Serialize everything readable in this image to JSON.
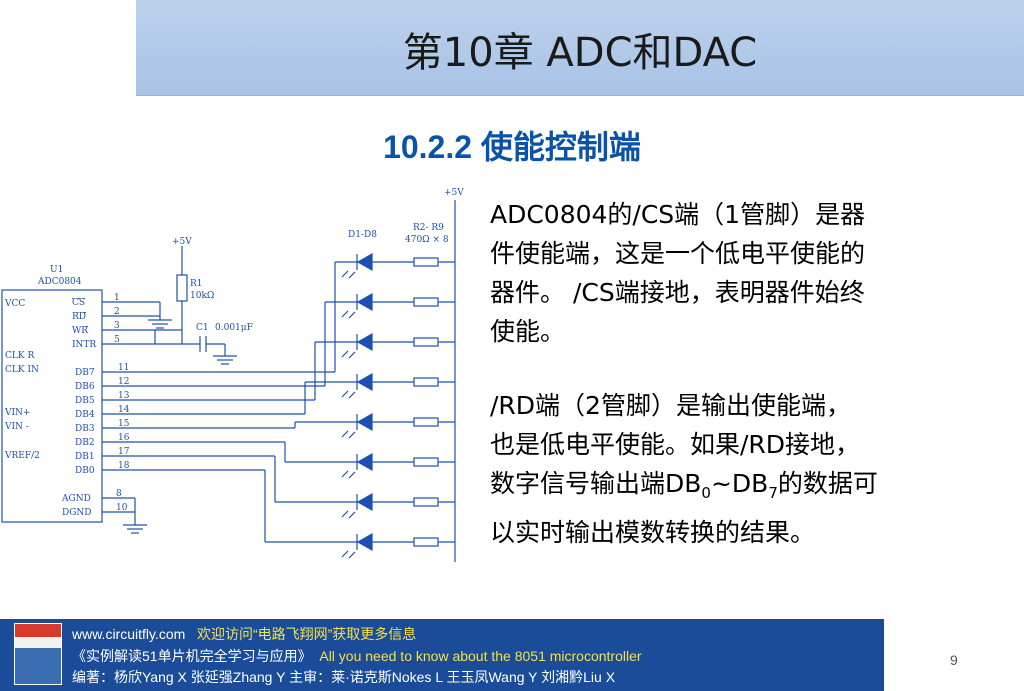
{
  "header": {
    "chapter_title": "第10章  ADC和DAC",
    "section_title": "10.2.2 使能控制端"
  },
  "schematic": {
    "vcc_label": "+5V",
    "vcc_label_2": "+5V",
    "chip_ref": "U1",
    "chip_part": "ADC0804",
    "left_pins": [
      "VCC",
      "CLK R",
      "CLK IN",
      "VIN+",
      "VIN -",
      "VREF/2"
    ],
    "ctrl_pins": [
      "CS",
      "RD",
      "WR",
      "INTR"
    ],
    "ctrl_pin_numbers": [
      "1",
      "2",
      "3",
      "5"
    ],
    "data_pins": [
      "DB7",
      "DB6",
      "DB5",
      "DB4",
      "DB3",
      "DB2",
      "DB1",
      "DB0"
    ],
    "data_pin_numbers": [
      "11",
      "12",
      "13",
      "14",
      "15",
      "16",
      "17",
      "18"
    ],
    "gnd_pins": [
      "AGND",
      "DGND"
    ],
    "gnd_pin_numbers": [
      "8",
      "10"
    ],
    "r1_ref": "R1",
    "r1_value": "10kΩ",
    "c1_ref": "C1",
    "c1_value": "0.001μF",
    "led_ref": "D1-D8",
    "res_ref": "R2- R9",
    "res_value": "470Ω × 8"
  },
  "body": {
    "para1_lines": [
      "ADC0804的/CS端（1管脚）是器",
      "件使能端，这是一个低电平使能的",
      "器件。 /CS端接地，表明器件始终",
      "使能。"
    ],
    "para2_lines": [
      "/RD端（2管脚）是输出使能端，",
      "也是低电平使能。如果/RD接地，"
    ],
    "para2_line3_pre": "数字信号输出端DB",
    "para2_sub0": "0",
    "para2_mid": "~DB",
    "para2_sub7": "7",
    "para2_line3_post": "的数据可",
    "para2_line4": "以实时输出模数转换的结果。"
  },
  "footer": {
    "url": "www.circuitfly.com",
    "welcome": "欢迎访问“电路飞翔网”获取更多信息",
    "book_title": "《实例解读51单片机完全学习与应用》",
    "book_en": "All you need to know about the 8051 microcontroller",
    "credits": "编著：杨欣Yang X      张延强Zhang Y      主审：莱·诺克斯Nokes L      王玉凤Wang Y      刘湘黔Liu X"
  },
  "page": {
    "number": "9"
  },
  "colors": {
    "title_blue": "#0a53a8",
    "footer_blue": "#1a4c9a",
    "header_blue": "#b3cae9",
    "schematic_blue": "#1f4fb0"
  }
}
